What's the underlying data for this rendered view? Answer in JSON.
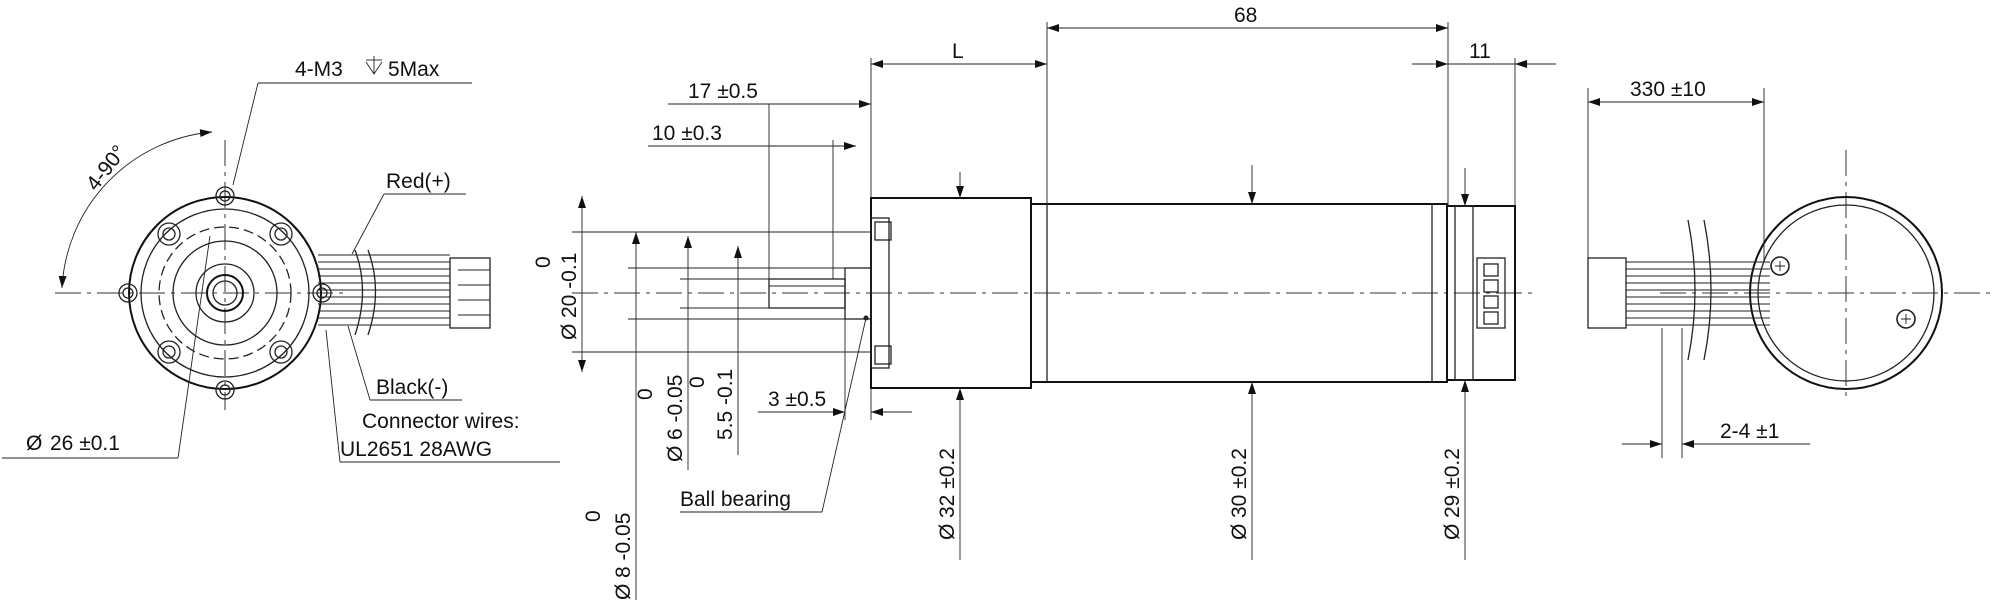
{
  "dimensions": {
    "length_L": "L",
    "motor_length": "68",
    "encoder_length": "11",
    "cable_length": "330 ±10",
    "shaft_length": "17 ±0.5",
    "flat_length": "10 ±0.3",
    "boss_length": "3 ±0.5",
    "wire_strip": "2-4 ±1",
    "mount_holes": "4-M3",
    "mount_depth": "5Max",
    "hole_angle": "4-90°",
    "flange_pcd": "26 ±0.1",
    "pilot_dia_tol": "20 -0.1",
    "pilot_dia_zero": "0",
    "boss_dia_tol": "8 -0.05",
    "boss_dia_zero": "0",
    "shaft_dia_tol": "6 -0.05",
    "shaft_dia_zero": "0",
    "flat_size_tol": "5.5 -0.1",
    "flat_size_zero": "0",
    "gear_dia": "32 ±0.2",
    "body_dia": "30 ±0.2",
    "encoder_dia": "29 ±0.2",
    "dia_symbol": "Ø"
  },
  "labels": {
    "red_wire": "Red(+)",
    "black_wire": "Black(-)",
    "connector_line1": "Connector wires:",
    "connector_line2": "UL2651 28AWG",
    "ball_bearing": "Ball bearing"
  }
}
